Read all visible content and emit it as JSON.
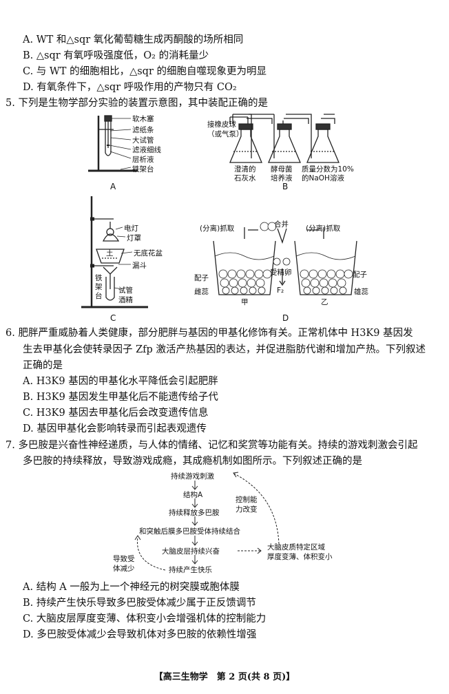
{
  "q4_options": {
    "A": "A. WT 和△sqr 氧化葡萄糖生成丙酮酸的场所相同",
    "B": "B. △sqr 有氧呼吸强度低，O₂ 的消耗量少",
    "C": "C. 与 WT 的细胞相比，△sqr 的细胞自噬现象更为明显",
    "D": "D. 有氧条件下，△sqr 呼吸作用的产物只有 CO₂"
  },
  "q5": {
    "stem": "5. 下列是生物学部分实验的装置示意图，其中装配正确的是",
    "figA": {
      "labels": [
        "软木塞",
        "滤纸条",
        "大试管",
        "滤液细线",
        "层析液",
        "铁架台"
      ],
      "caption": "A"
    },
    "figB": {
      "labels": [
        "接橡皮球",
        "（或气泵）",
        "澄清的",
        "石灰水",
        "酵母菌",
        "培养液",
        "质量分数为10%",
        "的NaOH溶液"
      ],
      "caption": "B"
    },
    "figC": {
      "labels": [
        "电灯",
        "灯罩",
        "无底花盆",
        "漏斗",
        "铁",
        "架",
        "台",
        "试管",
        "酒精",
        "土"
      ],
      "caption": "C"
    },
    "figD": {
      "labels": [
        "(分离)抓取",
        "合并",
        "(分离)抓取",
        "受精卵",
        "F₂",
        "配子",
        "雌蕊",
        "配子",
        "雄蕊",
        "甲",
        "乙"
      ],
      "caption": "D"
    }
  },
  "q6": {
    "stem1": "6. 肥胖严重威胁着人类健康，部分肥胖与基因的甲基化修饰有关。正常机体中 H3K9 基因发",
    "stem2": "生去甲基化会使转录因子 Zfp 激活产热基因的表达，并促进脂肪代谢和增加产热。下列叙述",
    "stem3": "正确的是",
    "A": "A. H3K9 基因的甲基化水平降低会引起肥胖",
    "B": "B. H3K9 基因发生甲基化后不能遗传给子代",
    "C": "C. H3K9 基因去甲基化后会改变遗传信息",
    "D": "D. 基因甲基化会影响转录而引起表观遗传"
  },
  "q7": {
    "stem1": "7. 多巴胺是兴奋性神经递质，与人体的情绪、记忆和奖赏等功能有关。持续的游戏刺激会引起",
    "stem2": "多巴胺的持续释放，导致游戏成瘾，其成瘾机制如图所示。下列叙述正确的是",
    "flow": {
      "n1": "持续游戏刺激",
      "n2": "结构A",
      "n3": "持续释放多巴胺",
      "n4": "和突触后膜多巴胺受体持续结合",
      "n5": "大脑皮层持续兴奋",
      "n6": "持续产生快乐",
      "side1a": "控制能",
      "side1b": "力改变",
      "side2a": "大脑皮质特定区域",
      "side2b": "厚度变薄、体积变小",
      "side3a": "导致受",
      "side3b": "体减少"
    },
    "A": "A. 结构 A 一般为上一个神经元的树突膜或胞体膜",
    "B": "B. 持续产生快乐导致多巴胺受体减少属于正反馈调节",
    "C": "C. 大脑皮层厚度变薄、体积变小会增强机体的控制能力",
    "D": "D. 多巴胺受体减少会导致机体对多巴胺的依赖性增强"
  },
  "footer": "【高三生物学　第 2 页(共 8 页)】"
}
